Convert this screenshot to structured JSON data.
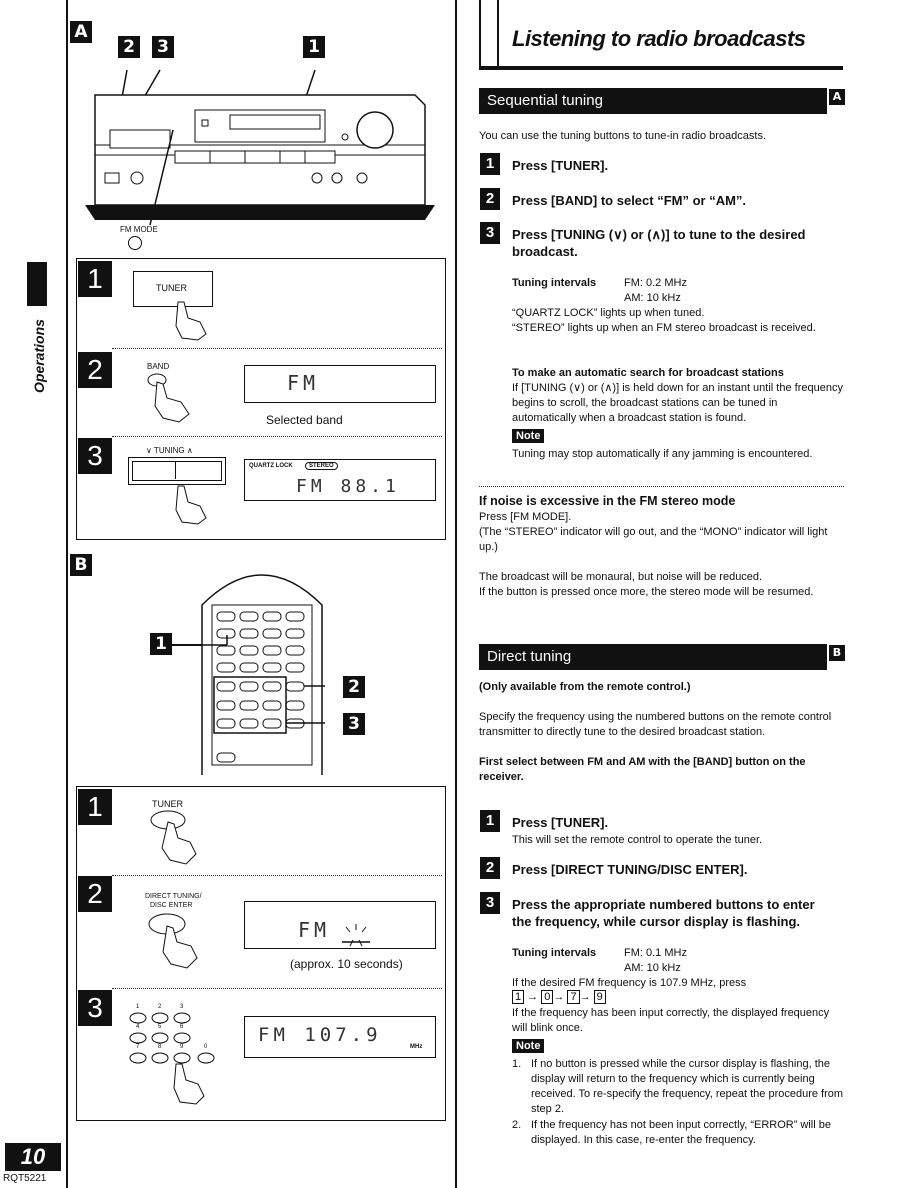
{
  "page": {
    "title": "Listening to radio broadcasts",
    "side_tab": "Operations",
    "page_number": "10",
    "code": "RQT5221"
  },
  "figure_a": {
    "letter": "A",
    "callouts": [
      "2",
      "3",
      "1"
    ],
    "fm_mode_label": "FM MODE",
    "steps": [
      {
        "num": "1",
        "button_label": "TUNER"
      },
      {
        "num": "2",
        "button_label": "BAND",
        "display": "FM",
        "display_caption": "Selected band"
      },
      {
        "num": "3",
        "button_label": "∨ TUNING ∧",
        "indicator_1": "QUARTZ LOCK",
        "indicator_2": "STEREO",
        "display": "FM  88.1"
      }
    ]
  },
  "figure_b": {
    "letter": "B",
    "callouts": [
      "1",
      "2",
      "3"
    ],
    "steps": [
      {
        "num": "1",
        "button_label": "TUNER"
      },
      {
        "num": "2",
        "button_label_1": "DIRECT TUNING/",
        "button_label_2": "DISC ENTER",
        "display": "FM",
        "display_caption": "(approx. 10 seconds)"
      },
      {
        "num": "3",
        "display": "FM  107.9",
        "unit": "MHz",
        "keys_row1": [
          "1",
          "2",
          "3"
        ],
        "keys_row2": [
          "4",
          "5",
          "6"
        ],
        "keys_row3": [
          "7",
          "8",
          "9",
          "0"
        ]
      }
    ]
  },
  "sequential": {
    "heading": "Sequential tuning",
    "letter": "A",
    "intro": "You can use the tuning buttons to tune-in radio broadcasts.",
    "steps": [
      {
        "num": "1",
        "text": "Press [TUNER]."
      },
      {
        "num": "2",
        "text": "Press [BAND] to select “FM” or “AM”."
      },
      {
        "num": "3",
        "text": "Press [TUNING (∨) or (∧)] to tune to the desired broadcast."
      }
    ],
    "intervals_label": "Tuning intervals",
    "intervals_fm": "FM: 0.2 MHz",
    "intervals_am": "AM: 10 kHz",
    "quartz": "“QUARTZ LOCK” lights up when tuned.",
    "stereo": "“STEREO” lights up when an FM stereo broadcast is received.",
    "auto_heading": "To make an automatic search for broadcast stations",
    "auto_text": "If [TUNING (∨) or (∧)] is held down for an instant until the frequency begins to scroll, the broadcast stations can be tuned in automatically when a broadcast station is found.",
    "note_label": "Note",
    "note_text": "Tuning may stop automatically if any jamming is encountered.",
    "noise_heading": "If noise is excessive in the FM stereo mode",
    "noise_1": "Press [FM MODE].",
    "noise_2": "(The “STEREO” indicator will go out, and the “MONO” indicator will light up.)",
    "noise_3": "The broadcast will be monaural, but noise will be reduced.",
    "noise_4": "If the button is pressed once more, the stereo mode will be resumed."
  },
  "direct": {
    "heading": "Direct tuning",
    "letter": "B",
    "remote_only": "(Only available from the remote control.)",
    "intro": "Specify the frequency using the numbered buttons on the remote control transmitter to directly tune to the desired broadcast station.",
    "first": "First select between FM and AM with the [BAND] button on the receiver.",
    "steps": [
      {
        "num": "1",
        "text": "Press [TUNER].",
        "sub": "This will set the remote control to operate the tuner."
      },
      {
        "num": "2",
        "text": "Press [DIRECT TUNING/DISC ENTER]."
      },
      {
        "num": "3",
        "text": "Press the appropriate numbered buttons to enter the frequency, while cursor display is flashing."
      }
    ],
    "intervals_label": "Tuning intervals",
    "intervals_fm": "FM: 0.1 MHz",
    "intervals_am": "AM: 10 kHz",
    "example": "If the desired FM frequency is 107.9 MHz, press",
    "keys": [
      "1",
      "0",
      "7",
      "9"
    ],
    "blink": "If the frequency has been input correctly, the displayed frequency will blink once.",
    "note_label": "Note",
    "note_1": "If no button is pressed while the cursor display is flashing, the display will return to the frequency which is currently being received. To re-specify the frequency, repeat the procedure from step 2.",
    "note_2": "If the frequency has not been input correctly, “ERROR” will be displayed. In this case, re-enter the frequency."
  }
}
